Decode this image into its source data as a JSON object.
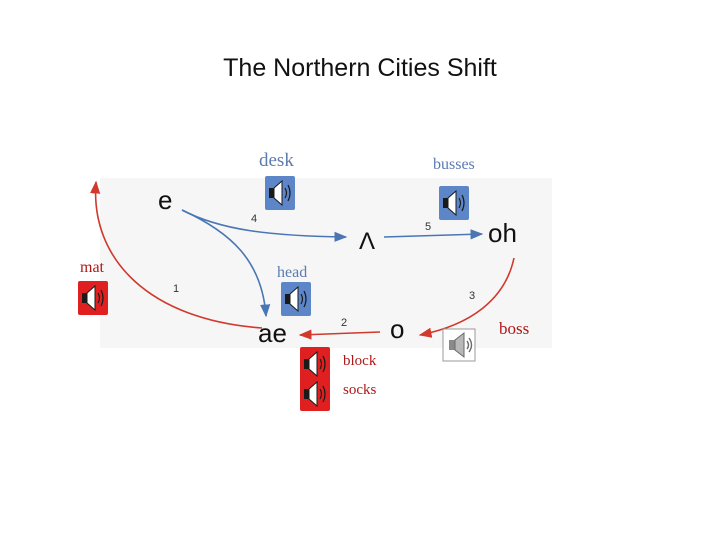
{
  "title": "The Northern Cities Shift",
  "vowels": {
    "e": "e",
    "wedge": "Λ",
    "oh": "oh",
    "ae": "ae",
    "o": "o"
  },
  "steps": {
    "s1": "1",
    "s2": "2",
    "s3": "3",
    "s4": "4",
    "s5": "5"
  },
  "words": {
    "desk": "desk",
    "busses": "busses",
    "mat": "mat",
    "head": "head",
    "boss": "boss",
    "block": "block",
    "socks": "socks"
  },
  "colors": {
    "blue_arrow": "#4a76b4",
    "red_arrow": "#d0392b",
    "blue_speaker": "#5d86c8",
    "red_speaker": "#e02020",
    "panel": "#f6f6f6"
  },
  "icons": {
    "speaker": "speaker-icon",
    "sound_off": "sound-speaker-icon"
  }
}
